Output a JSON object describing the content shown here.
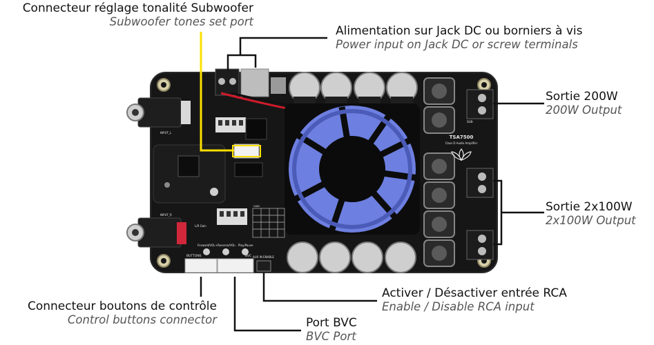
{
  "labels": {
    "subwoofer": {
      "fr": "Connecteur réglage tonalité Subwoofer",
      "en": "Subwoofer tones set port"
    },
    "power": {
      "fr": "Alimentation sur Jack DC ou borniers à vis",
      "en": "Power input on Jack DC or screw terminals"
    },
    "out200": {
      "fr": "Sortie 200W",
      "en": "200W Output"
    },
    "out2x100": {
      "fr": "Sortie 2x100W",
      "en": "2x100W Output"
    },
    "rca": {
      "fr": "Activer / Désactiver entrée RCA",
      "en": "Enable / Disable RCA input"
    },
    "buttons": {
      "fr": "Connecteur boutons de contrôle",
      "en": "Control buttons connector"
    },
    "bvc": {
      "fr": "Port BVC",
      "en": "BVC Port"
    }
  },
  "board": {
    "model": "TSA7500",
    "subtitle": "Class D Audio Amplifier",
    "silk": {
      "input_l": "INPUT_L",
      "input_r": "INPUT_R",
      "buttons": "BUTTONS",
      "bvc": "BVC",
      "aux_enable": "AUX IN ENABLE",
      "forward": "Forward/VOL+",
      "reverse": "Reverse/VOL-",
      "play": "Play/Pause",
      "sub": "SUB-",
      "lr_gain": "L/R Gain",
      "gain_hdr": "GAIN"
    }
  },
  "colors": {
    "pcb": "#141414",
    "fan_blades": "#6d7fe0",
    "leader_line": "#111111",
    "highlight_line": "#ffe000"
  }
}
